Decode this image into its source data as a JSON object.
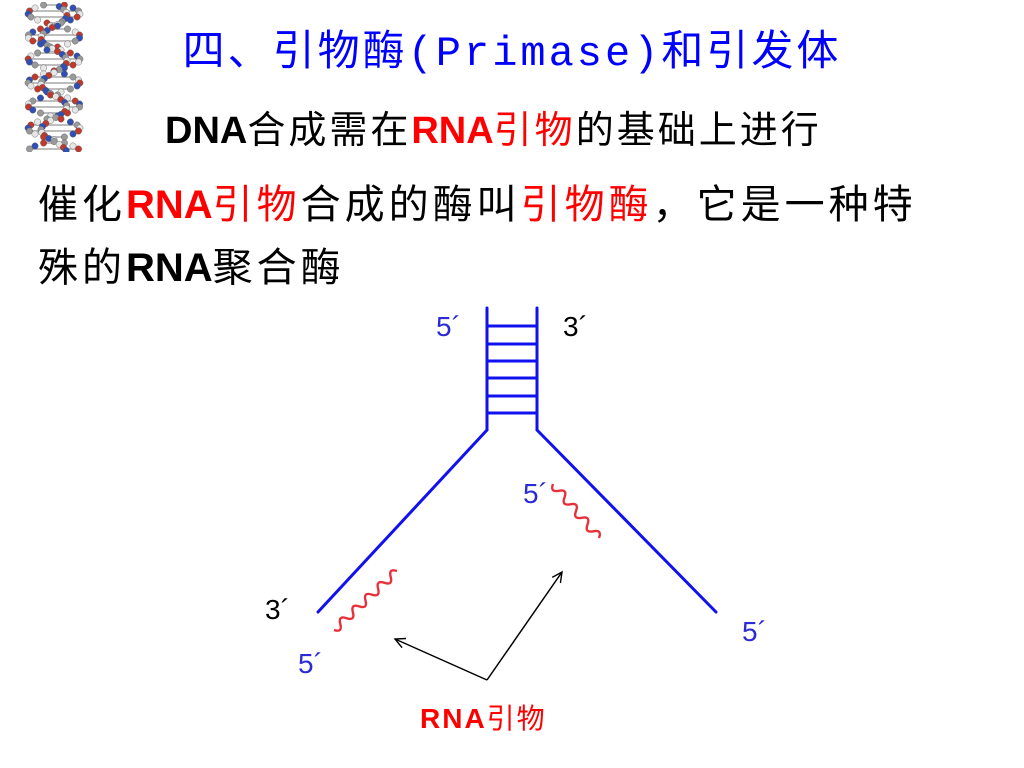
{
  "title": "四、引物酶(Primase)和引发体",
  "statement": [
    "DNA",
    "合成需在",
    "RNA",
    "引物",
    "的基础上进行"
  ],
  "definition": {
    "line1": [
      "催化",
      "RNA",
      "引物",
      "合成的酶叫",
      "引物酶",
      "，它是一种特"
    ],
    "line2": [
      "殊的",
      "RNA",
      "聚合酶"
    ]
  },
  "diagram": {
    "labels": {
      "top_left": "5´",
      "top_right": "3´",
      "right_primer_end": "5´",
      "left_arm_end": "3´",
      "left_primer_end": "5´",
      "right_arm_end": "5´"
    },
    "primer_label": [
      "RNA",
      "引物"
    ]
  },
  "colors": {
    "title": "#0000ff",
    "accent": "#ff0000",
    "strand": "#1010f0",
    "primer": "#e8303a",
    "label_blue": "#2b2bd6",
    "arrow": "#000000",
    "helix": [
      "#c0392b",
      "#2f4fb5",
      "#9a9a9a",
      "#e6e6e6"
    ]
  }
}
